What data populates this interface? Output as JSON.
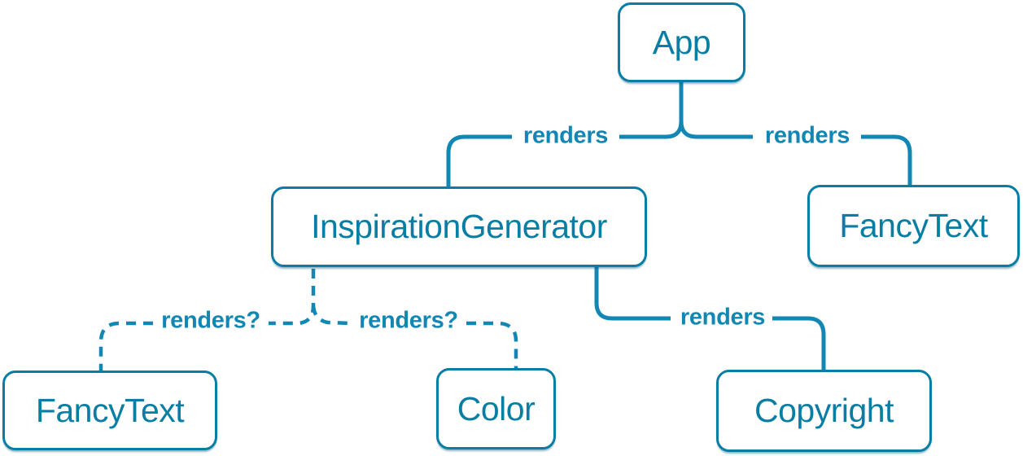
{
  "diagram": {
    "type": "tree",
    "nodes": [
      {
        "id": "app",
        "label": "App"
      },
      {
        "id": "inspiration-generator",
        "label": "InspirationGenerator"
      },
      {
        "id": "fancy-text-top",
        "label": "FancyText"
      },
      {
        "id": "fancy-text-bottom",
        "label": "FancyText"
      },
      {
        "id": "color",
        "label": "Color"
      },
      {
        "id": "copyright",
        "label": "Copyright"
      }
    ],
    "edges": [
      {
        "from": "App",
        "to": "InspirationGenerator",
        "label": "renders",
        "style": "solid"
      },
      {
        "from": "App",
        "to": "FancyText",
        "label": "renders",
        "style": "solid"
      },
      {
        "from": "InspirationGenerator",
        "to": "FancyText",
        "label": "renders?",
        "style": "dashed"
      },
      {
        "from": "InspirationGenerator",
        "to": "Color",
        "label": "renders?",
        "style": "dashed"
      },
      {
        "from": "InspirationGenerator",
        "to": "Copyright",
        "label": "renders",
        "style": "solid"
      }
    ],
    "colors": {
      "node_border": "#087ea4",
      "node_text": "#087ea4",
      "node_background": "#ffffff",
      "connector": "#1287b3",
      "edge_label_text": "#1287b3",
      "background": "#ffffff"
    }
  }
}
